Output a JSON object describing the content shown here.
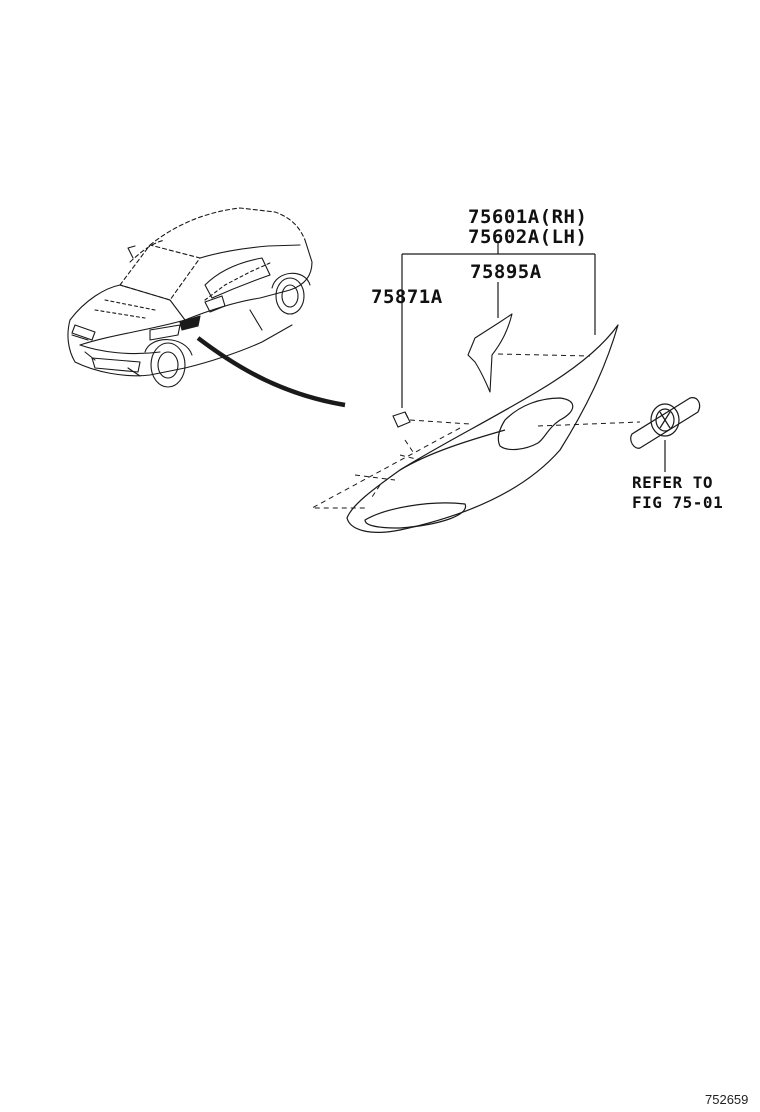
{
  "parts": {
    "garnish_rh": "75601A(RH)",
    "garnish_lh": "75602A(LH)",
    "emblem_sub": "75895A",
    "clip": "75871A"
  },
  "reference_note": {
    "line1": "REFER TO",
    "line2": "FIG 75-01"
  },
  "figure_id": "752659",
  "colors": {
    "line": "#1a1a1a",
    "background": "#ffffff"
  }
}
